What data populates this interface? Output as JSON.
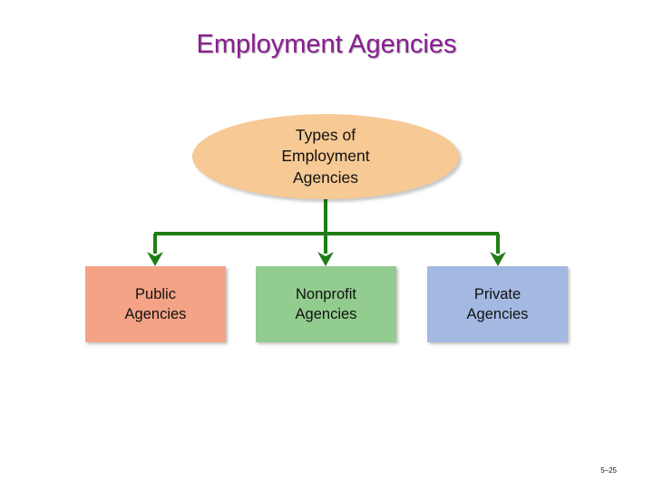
{
  "title": "Employment Agencies",
  "root": {
    "label": "Types of\nEmployment\nAgencies"
  },
  "children": [
    {
      "label": "Public\nAgencies"
    },
    {
      "label": "Nonprofit\nAgencies"
    },
    {
      "label": "Private\nAgencies"
    }
  ],
  "slide_number": "5–25",
  "colors": {
    "title": "#8a1d93",
    "root_fill": "#f7c994",
    "connector": "#1e7d17",
    "public_fill": "#f4a386",
    "nonprofit_fill": "#92cc8e",
    "private_fill": "#a3b9e1"
  }
}
